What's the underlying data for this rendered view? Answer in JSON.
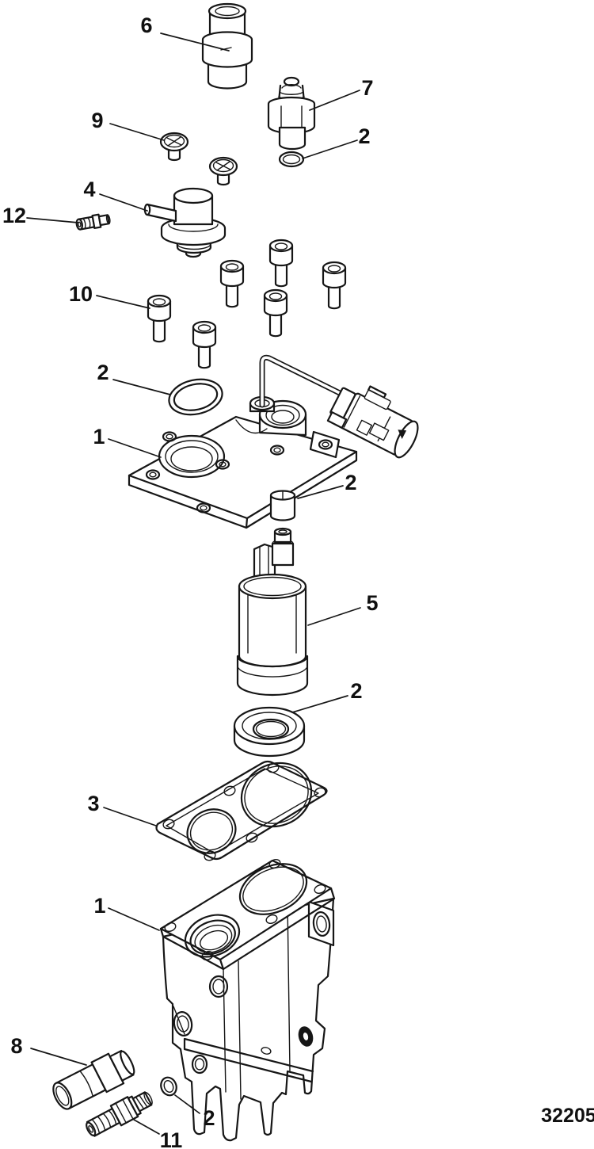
{
  "diagram": {
    "drawing_number": "32205",
    "callouts": [
      {
        "label": "6",
        "target": "hose-nipple-fitting-top"
      },
      {
        "label": "7",
        "target": "check-valve-fitting"
      },
      {
        "label": "9",
        "target": "pan-head-screw"
      },
      {
        "label": "2",
        "target": "o-ring-small-upper"
      },
      {
        "label": "4",
        "target": "fuel-pressure-regulator"
      },
      {
        "label": "12",
        "target": "bleed-fitting"
      },
      {
        "label": "10",
        "target": "socket-head-bolt"
      },
      {
        "label": "2",
        "target": "o-ring-large"
      },
      {
        "label": "1",
        "target": "fuel-pump-cover"
      },
      {
        "label": "2",
        "target": "spacer-bushing"
      },
      {
        "label": "5",
        "target": "electric-fuel-pump"
      },
      {
        "label": "2",
        "target": "pump-seal-cup"
      },
      {
        "label": "3",
        "target": "gasket"
      },
      {
        "label": "1",
        "target": "fuel-pump-housing"
      },
      {
        "label": "8",
        "target": "outlet-fitting"
      },
      {
        "label": "2",
        "target": "o-ring-small-lower"
      },
      {
        "label": "11",
        "target": "barb-fitting-lower"
      }
    ]
  }
}
